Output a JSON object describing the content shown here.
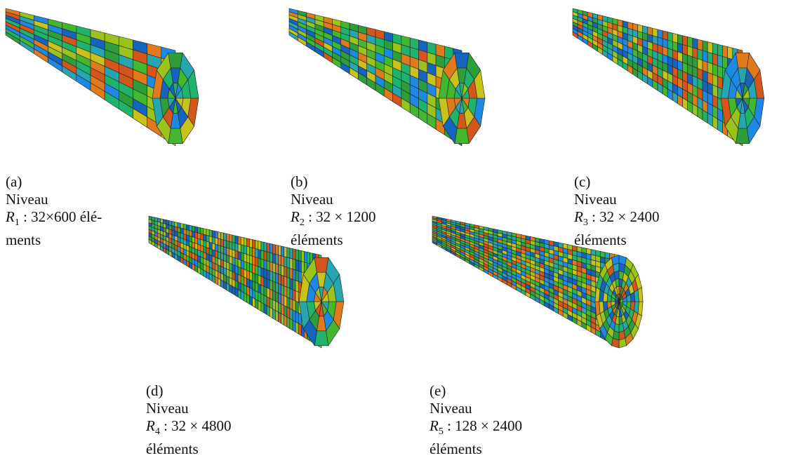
{
  "panels": [
    {
      "label": "(a)",
      "word": "Niveau",
      "symbol": "R",
      "sub": "1",
      "rest": " : 32×600 élé-\nments",
      "nx": 12,
      "ny": 8
    },
    {
      "label": "(b)",
      "word": "Niveau",
      "symbol": "R",
      "sub": "2",
      "rest": " : 32 × 1200\néléments",
      "nx": 20,
      "ny": 8
    },
    {
      "label": "(c)",
      "word": "Niveau",
      "symbol": "R",
      "sub": "3",
      "rest": " : 32 × 2400\néléments",
      "nx": 34,
      "ny": 8
    },
    {
      "label": "(d)",
      "word": "Niveau",
      "symbol": "R",
      "sub": "4",
      "rest": " : 32 × 4800\néléments",
      "nx": 60,
      "ny": 8
    },
    {
      "label": "(e)",
      "word": "Niveau",
      "symbol": "R",
      "sub": "5",
      "rest": " : 128 × 2400\néléments",
      "nx": 40,
      "ny": 16
    }
  ],
  "palette": [
    "#1565c0",
    "#1e88e5",
    "#26a6b0",
    "#1fb36b",
    "#43b82e",
    "#2e9e3a",
    "#9ac31c",
    "#c8c21a",
    "#e07a1a",
    "#d4561a"
  ]
}
